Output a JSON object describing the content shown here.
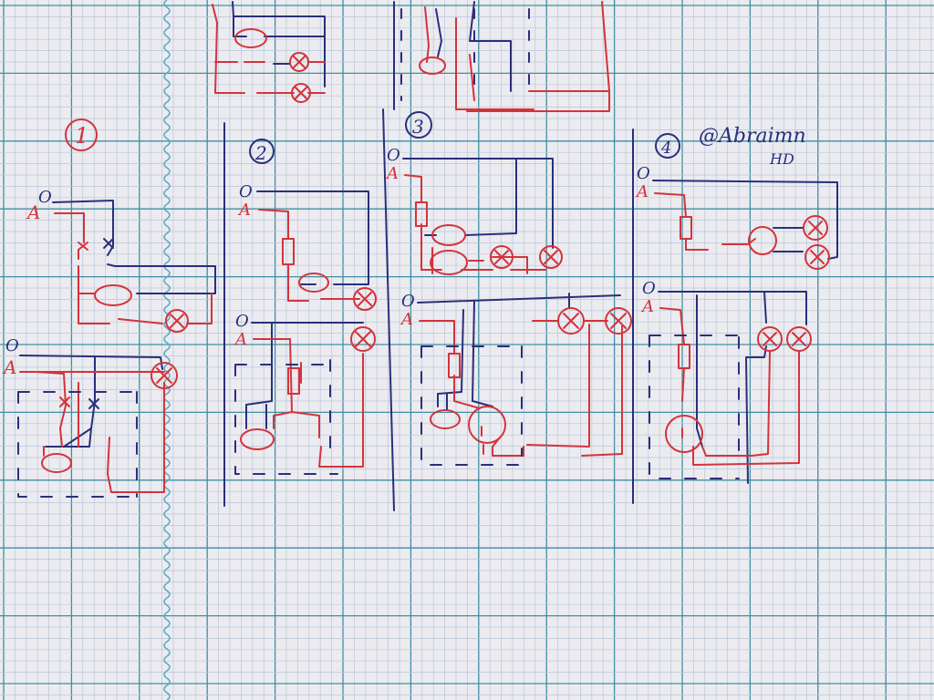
{
  "colors": {
    "paper": "#ecebf0",
    "grid_minor": "#b7c7d9",
    "grid_major": "#3f8fa3",
    "margin_line": "#5ba9c0",
    "ink_blue": "#2a2f7a",
    "ink_red": "#d4333b"
  },
  "signature": {
    "line1": "@Abraimn",
    "line2": "HD"
  },
  "diagrams": {
    "d1": {
      "number": "1",
      "neutral": "O",
      "phase": "A",
      "phase2": "A",
      "neutral2": "O"
    },
    "d2": {
      "number": "2",
      "neutral": "O",
      "phase": "A",
      "neutral2": "O",
      "phase2": "A"
    },
    "d3": {
      "number": "3",
      "neutral": "O",
      "phase": "A",
      "neutral2": "O",
      "phase2": "A"
    },
    "d4": {
      "number": "4",
      "neutral": "O",
      "phase": "A",
      "neutral2": "O",
      "phase2": "A"
    }
  },
  "symbols": {
    "lamp": "lamp-cross-icon",
    "socket": "socket-icon",
    "switch": "switch-icon",
    "fuse": "fuse-icon"
  }
}
